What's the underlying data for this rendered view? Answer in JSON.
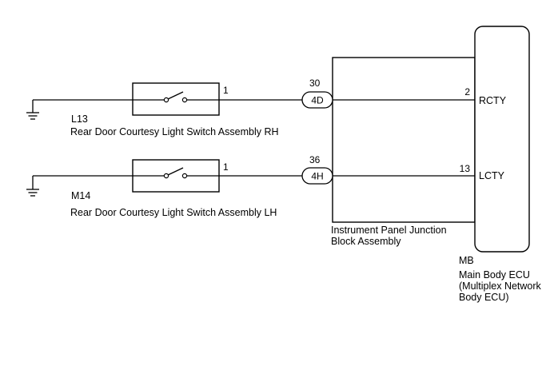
{
  "circuits": [
    {
      "connector": "L13",
      "name": "Rear Door Courtesy Light Switch Assembly RH",
      "switch_pin": "1",
      "junction_pin": "30",
      "junction_connector": "4D",
      "ecu_pin": "2",
      "ecu_terminal": "RCTY"
    },
    {
      "connector": "M14",
      "name": "Rear Door Courtesy Light Switch Assembly LH",
      "switch_pin": "1",
      "junction_pin": "36",
      "junction_connector": "4H",
      "ecu_pin": "13",
      "ecu_terminal": "LCTY"
    }
  ],
  "junction_block": {
    "name_line1": "Instrument Panel Junction",
    "name_line2": "Block Assembly"
  },
  "ecu": {
    "connector": "MB",
    "name_line1": "Main Body ECU",
    "name_line2": "(Multiplex Network",
    "name_line3": "Body ECU)"
  }
}
